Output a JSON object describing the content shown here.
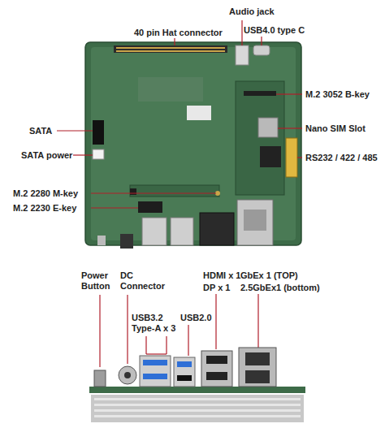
{
  "diagram": {
    "labels": [
      "40 pin Hat connector",
      "Audio jack",
      "USB4.0 type C",
      "M.2 3052 B-key",
      "Nano SIM Slot",
      "RS232 / 422 / 485",
      "SATA",
      "SATA power",
      "M.2 2280 M-key",
      "M.2 2230 E-key",
      "Power Button",
      "DC Connector",
      "HDMI x 1",
      "DP x 1",
      "GbEx 1 (TOP)",
      "2.5GbEx1 (bottom)",
      "USB3.2 Type-A x 3",
      "USB2.0"
    ]
  }
}
